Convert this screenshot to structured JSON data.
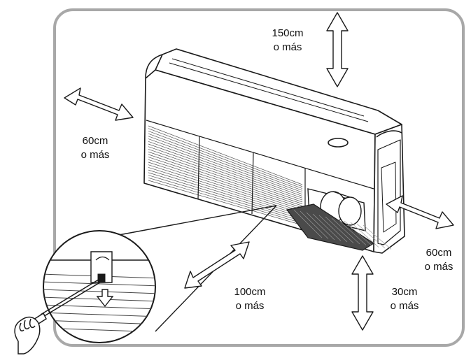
{
  "clearances": {
    "top": {
      "distance": "150cm",
      "qualifier": "o más"
    },
    "left": {
      "distance": "60cm",
      "qualifier": "o más"
    },
    "right": {
      "distance": "60cm",
      "qualifier": "o más"
    },
    "front": {
      "distance": "100cm",
      "qualifier": "o más"
    },
    "floor": {
      "distance": "30cm",
      "qualifier": "o más"
    }
  },
  "colors": {
    "frame": "#a8a8a8",
    "line": "#1a1a1a",
    "filter_panel": "#4a4a4a"
  },
  "icons": [
    "double-arrow-icon",
    "screwdriver-icon",
    "hand-icon",
    "down-arrow-icon"
  ]
}
